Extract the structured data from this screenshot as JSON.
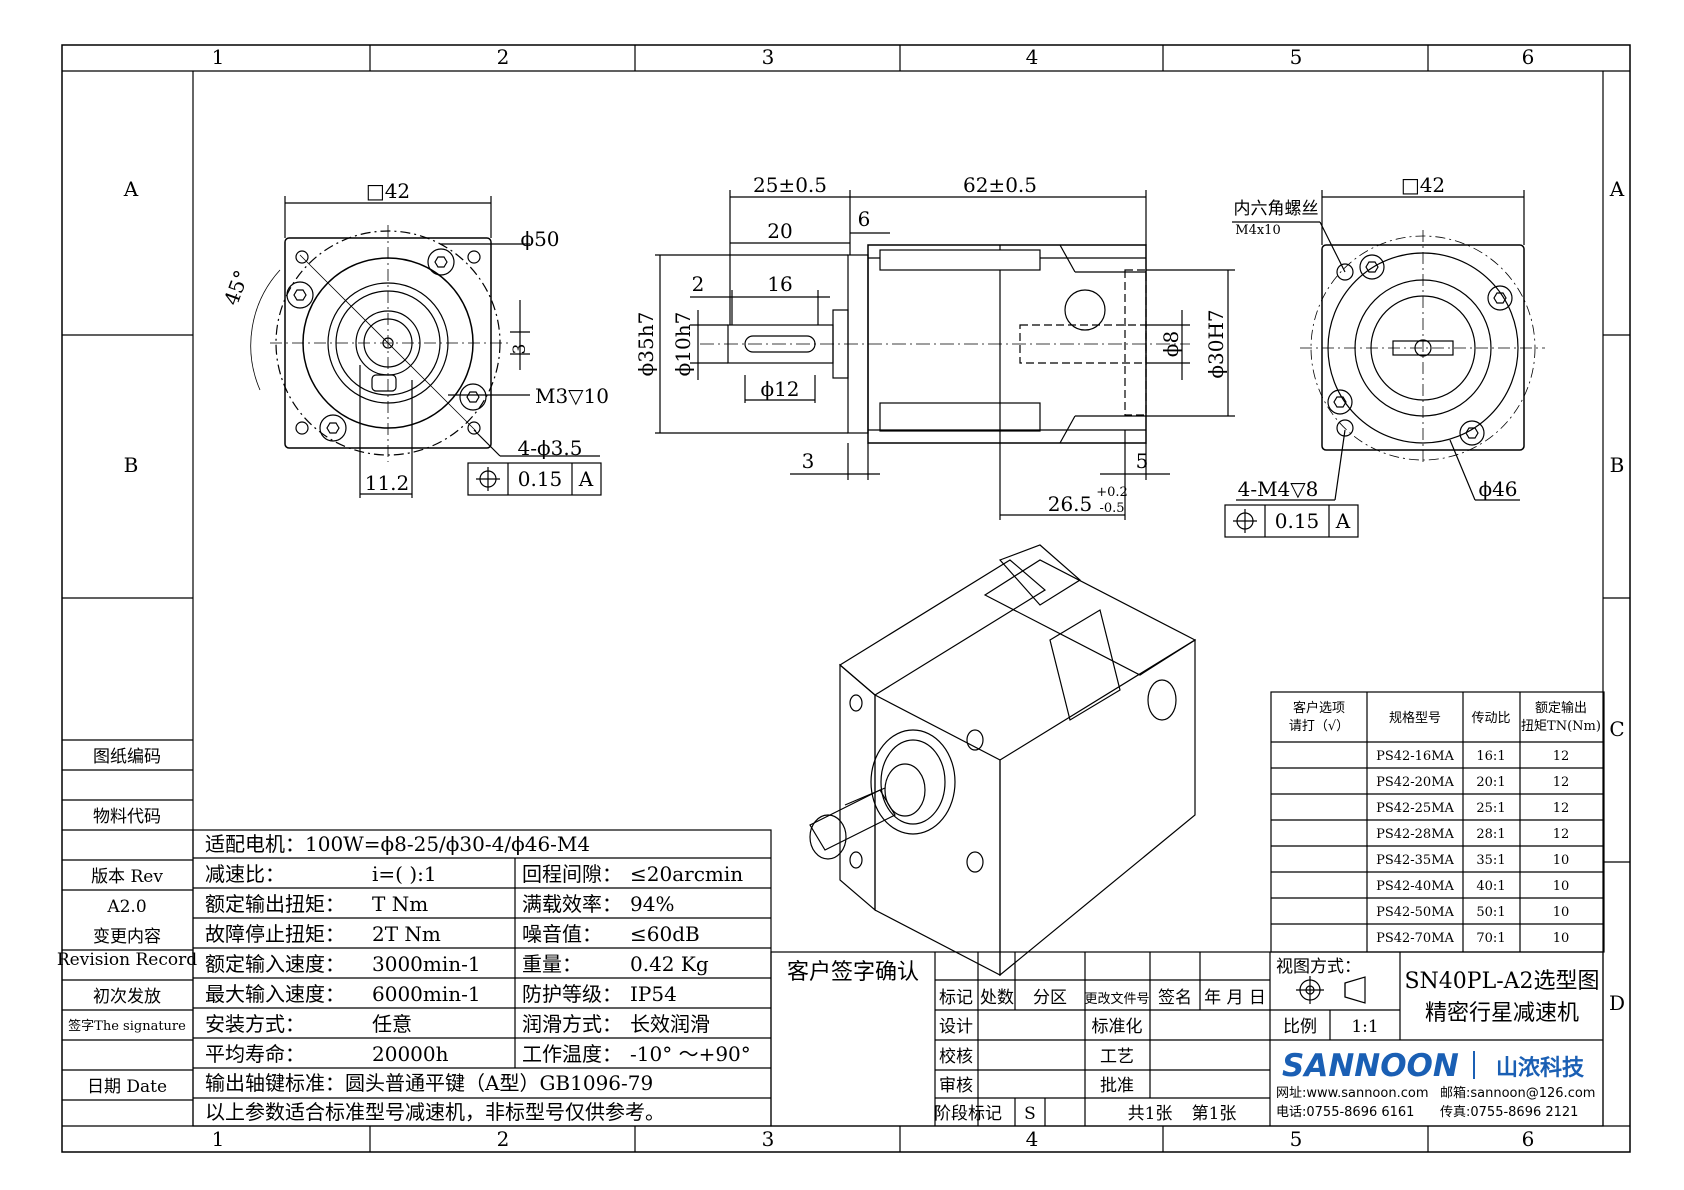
{
  "frame": {
    "columns": [
      "1",
      "2",
      "3",
      "4",
      "5",
      "6"
    ],
    "rows": [
      "A",
      "B",
      "C",
      "D"
    ]
  },
  "left_block": {
    "drawing_no": "图纸编码",
    "material_code": "物料代码",
    "version_label": "版本 Rev",
    "version_value": "A2.0",
    "change_label": "变更内容",
    "change_label_en": "Revision Record",
    "first_release": "初次发放",
    "signature": "签字The signature",
    "date": "日期 Date"
  },
  "front_view": {
    "square": "□42",
    "diameter": "ϕ50",
    "angle": "45°",
    "key_width": "3",
    "thread": "M3▽10",
    "holes": "4-ϕ3.5",
    "tolerance": "0.15",
    "datum": "A",
    "offset": "11.2"
  },
  "side_view": {
    "len_25": "25±0.5",
    "len_62": "62±0.5",
    "len_20": "20",
    "len_6": "6",
    "len_2": "2",
    "len_16": "16",
    "dia_35": "ϕ35h7",
    "dia_10": "ϕ10h7",
    "dia_12": "ϕ12",
    "dia_8": "ϕ8",
    "dia_30": "ϕ30H7",
    "len_3": "3",
    "len_5": "5",
    "len_26": "26.5",
    "tol_up": "+0.2",
    "tol_dn": "-0.5"
  },
  "rear_view": {
    "square": "□42",
    "screw_label": "内六角螺丝",
    "screw_size": "M4x10",
    "thread": "4-M4▽8",
    "tolerance": "0.15",
    "datum": "A",
    "diameter": "ϕ46"
  },
  "model_table": {
    "headers": [
      "客户选项\n请打（√）",
      "规格型号",
      "传动比",
      "额定输出\n扭矩TN(Nm)"
    ],
    "rows": [
      [
        "",
        "PS42-16MA",
        "16:1",
        "12"
      ],
      [
        "",
        "PS42-20MA",
        "20:1",
        "12"
      ],
      [
        "",
        "PS42-25MA",
        "25:1",
        "12"
      ],
      [
        "",
        "PS42-28MA",
        "28:1",
        "12"
      ],
      [
        "",
        "PS42-35MA",
        "35:1",
        "10"
      ],
      [
        "",
        "PS42-40MA",
        "40:1",
        "10"
      ],
      [
        "",
        "PS42-50MA",
        "50:1",
        "10"
      ],
      [
        "",
        "PS42-70MA",
        "70:1",
        "10"
      ]
    ]
  },
  "specs": {
    "motor": "适配电机：100W=ϕ8-25/ϕ30-4/ϕ46-M4",
    "rows": [
      [
        "减速比：",
        "i=( ):1",
        "回程间隙：",
        "≤20arcmin"
      ],
      [
        "额定输出扭矩：",
        "T  Nm",
        "满载效率：",
        "94%"
      ],
      [
        "故障停止扭矩：",
        "2T Nm",
        "噪音值：",
        "≤60dB"
      ],
      [
        "额定输入速度：",
        "3000min-1",
        "重量：",
        "0.42 Kg"
      ],
      [
        "最大输入速度：",
        "6000min-1",
        "防护等级：",
        "IP54"
      ],
      [
        "安装方式：",
        "任意",
        "润滑方式：",
        "长效润滑"
      ],
      [
        "平均寿命：",
        "20000h",
        "工作温度：",
        "-10° ～+90°"
      ]
    ],
    "key_std": "输出轴键标准：圆头普通平键（A型）GB1096-79",
    "note": "以上参数适合标准型号减速机，非标型号仅供参考。"
  },
  "title_block": {
    "customer_sign": "客户签字确认",
    "hdr": [
      "标记",
      "处数",
      "分区",
      "更改文件号",
      "签名",
      "年 月 日"
    ],
    "design": "设计",
    "standard": "标准化",
    "check": "校核",
    "process": "工艺",
    "review": "审核",
    "approve": "批准",
    "stage": "阶段标记",
    "stage_value": "S",
    "sheets": "共1张",
    "sheet_no": "第1张",
    "view_method": "视图方式：",
    "scale_label": "比例",
    "scale_value": "1:1",
    "title1": "SN40PL-A2选型图",
    "title2": "精密行星减速机",
    "brand": "SANNOON",
    "brand_cn": "山浓科技",
    "web": "网址:www.sannoon.com",
    "email": "邮箱:sannoon@126.com",
    "tel": "电话:0755-8696 6161",
    "fax": "传真:0755-8696 2121",
    "brand_color": "#1a5fb4"
  }
}
